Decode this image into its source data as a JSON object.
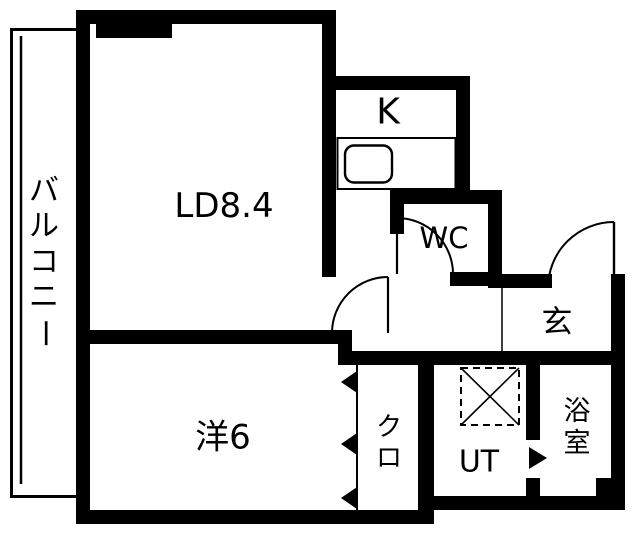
{
  "floorplan": {
    "rooms": {
      "balcony": {
        "label": "バルコニー"
      },
      "living_dining": {
        "label": "LD8.4"
      },
      "kitchen": {
        "label": "K"
      },
      "toilet": {
        "label": "WC"
      },
      "entrance": {
        "label": "玄"
      },
      "bathroom": {
        "label": "浴室"
      },
      "utility": {
        "label": "UT"
      },
      "closet": {
        "label": "クロ"
      },
      "western_room": {
        "label": "洋6"
      }
    },
    "colors": {
      "wall": "#000000",
      "background": "#ffffff",
      "line": "#000000"
    }
  }
}
